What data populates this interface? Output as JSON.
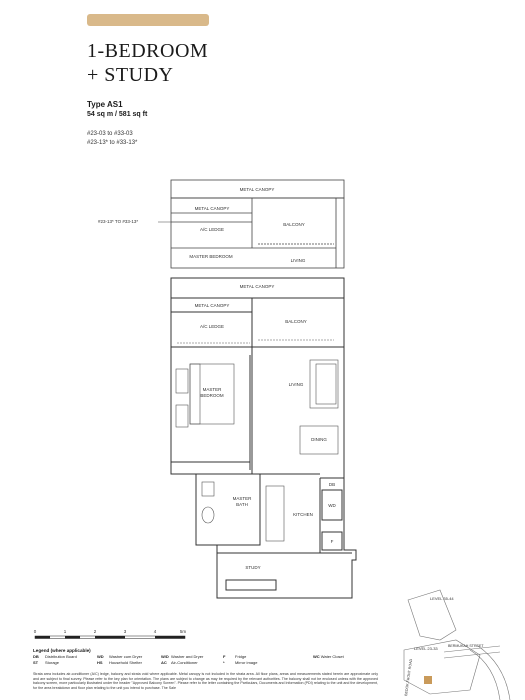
{
  "header": {
    "title_line1": "1-BEDROOM",
    "title_line2": "+ STUDY",
    "type": "Type AS1",
    "area": "54  sq m / 581 sq ft",
    "units_line1": "#23-03 to #33-03",
    "units_line2": "#23-13* to #33-13*"
  },
  "small_plan": {
    "ref": "#23-13* TO #33-13*",
    "metal_canopy_top": "METAL CANOPY",
    "metal_canopy": "METAL CANOPY",
    "ac_ledge": "A/C LEDGE",
    "balcony": "BALCONY",
    "master_bedroom": "MASTER BEDROOM",
    "living": "LIVING"
  },
  "plan": {
    "metal_canopy_top": "METAL CANOPY",
    "metal_canopy": "METAL CANOPY",
    "ac_ledge": "A/C LEDGE",
    "balcony": "BALCONY",
    "master_bedroom_1": "MASTER",
    "master_bedroom_2": "BEDROOM",
    "living": "LIVING",
    "dining": "DINING",
    "master_bath_1": "MASTER",
    "master_bath_2": "BATH",
    "kitchen": "KITCHEN",
    "study": "STUDY",
    "db": "DB",
    "wd": "WD",
    "f": "F"
  },
  "scale": {
    "ticks": [
      "0",
      "1",
      "2",
      "3",
      "4",
      "5m"
    ]
  },
  "key_plan": {
    "level_top": "LEVEL 35-44",
    "level_bottom": "LEVEL 23-33",
    "road_1": "BEDOK FRONT ROAD",
    "road_2": "BERMUKAH STREET"
  },
  "legend": {
    "title": "Legend (where applicable)",
    "items": [
      {
        "k": "DB",
        "v": "Distribution Board"
      },
      {
        "k": "WD",
        "v": "Washer cum Dryer"
      },
      {
        "k": "W/D",
        "v": "Washer and Dryer"
      },
      {
        "k": "F",
        "v": "Fridge"
      },
      {
        "k": "WC",
        "v": "Water Closet"
      },
      {
        "k": "ST",
        "v": "Storage"
      },
      {
        "k": "HS",
        "v": "Household Shelter"
      },
      {
        "k": "AC",
        "v": "Air-Conditioner"
      },
      {
        "k": "*",
        "v": "Mirror image"
      }
    ]
  },
  "notes": "Strata area includes air-conditioner (A/C) ledge, balcony and strata void where applicable. Metal canopy is not included in the strata area. All floor plans, areas and measurements stated herein are approximate only and are subject to final survey. Please refer to the key plan for orientation. The plans are subject to change as may be required by the relevant authorities. The balcony shall not be enclosed unless with the approved balcony screen, more particularly illustrated under the header \"Approved Balcony Screen\". Please refer to the letter containing the Particulars, Documents and Information (PDI) relating to the unit and the development, for the area breakdown and floor plan relating to the unit you intend to purchase. The Sale"
}
